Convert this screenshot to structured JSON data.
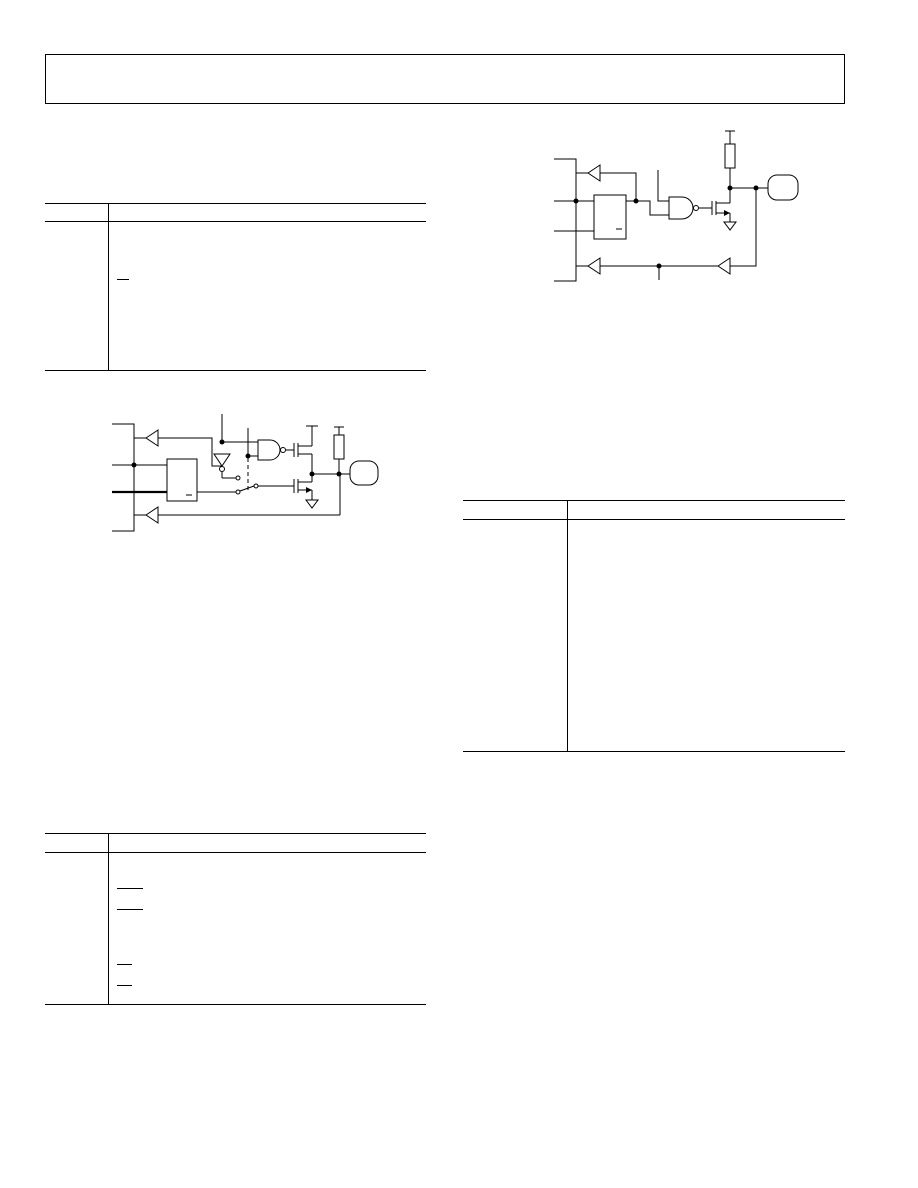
{
  "page": {
    "background": "#ffffff",
    "ink": "#000000"
  },
  "icons": [
    "nand-gate-symbol",
    "buffer-symbol",
    "inverter-symbol",
    "nmos-transistor-symbol",
    "ground-symbol",
    "resistor-symbol",
    "switch-symbol",
    "pin-pad-symbol"
  ]
}
